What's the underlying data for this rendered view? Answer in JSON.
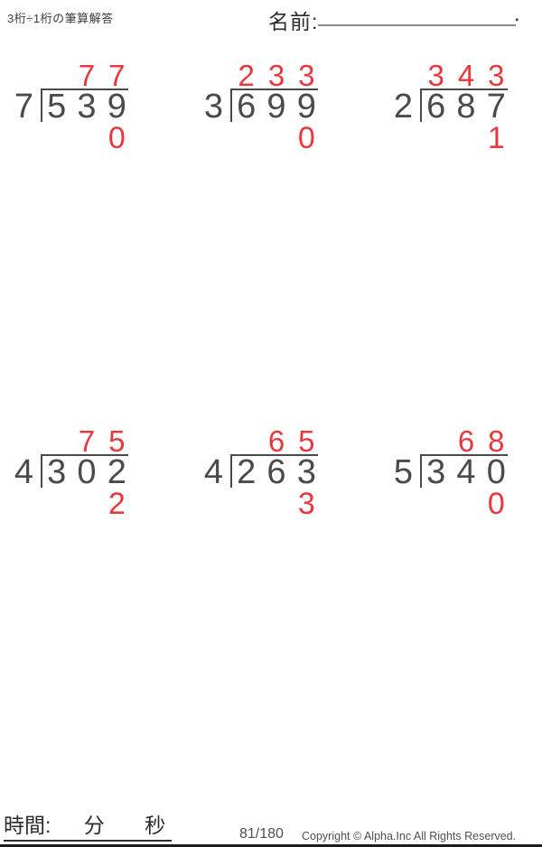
{
  "colors": {
    "answer_red": "#e8383d",
    "digit_gray": "#4a4a4a",
    "text_dark": "#2f2a28"
  },
  "header": {
    "title": "3桁÷1桁の筆算解答",
    "name_label": "名前:",
    "name_line_end": "."
  },
  "problems": [
    {
      "divisor": "7",
      "dividend": [
        "5",
        "3",
        "9"
      ],
      "quotient": [
        "",
        "7",
        "7"
      ],
      "remainder": "0"
    },
    {
      "divisor": "3",
      "dividend": [
        "6",
        "9",
        "9"
      ],
      "quotient": [
        "2",
        "3",
        "3"
      ],
      "remainder": "0"
    },
    {
      "divisor": "2",
      "dividend": [
        "6",
        "8",
        "7"
      ],
      "quotient": [
        "3",
        "4",
        "3"
      ],
      "remainder": "1"
    },
    {
      "divisor": "4",
      "dividend": [
        "3",
        "0",
        "2"
      ],
      "quotient": [
        "",
        "7",
        "5"
      ],
      "remainder": "2"
    },
    {
      "divisor": "4",
      "dividend": [
        "2",
        "6",
        "3"
      ],
      "quotient": [
        "",
        "6",
        "5"
      ],
      "remainder": "3"
    },
    {
      "divisor": "5",
      "dividend": [
        "3",
        "4",
        "0"
      ],
      "quotient": [
        "",
        "6",
        "8"
      ],
      "remainder": "0"
    }
  ],
  "footer": {
    "time_label": "時間:",
    "minutes_label": "分",
    "seconds_label": "秒",
    "page_number": "81/180",
    "copyright": "Copyright © Alpha.Inc All Rights Reserved."
  }
}
